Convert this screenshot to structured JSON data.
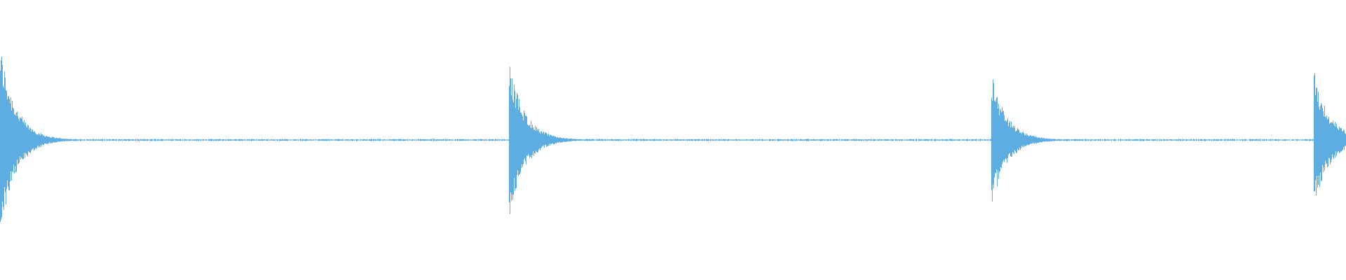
{
  "waveform": {
    "color": "#5dade2",
    "onsets": [
      {
        "time_fraction": 0.0,
        "peak_amplitude": 0.98
      },
      {
        "time_fraction": 0.378,
        "peak_amplitude": 0.82
      },
      {
        "time_fraction": 0.736,
        "peak_amplitude": 0.71
      },
      {
        "time_fraction": 0.976,
        "peak_amplitude": 0.73
      }
    ],
    "residual_noise_level": 0.01
  }
}
